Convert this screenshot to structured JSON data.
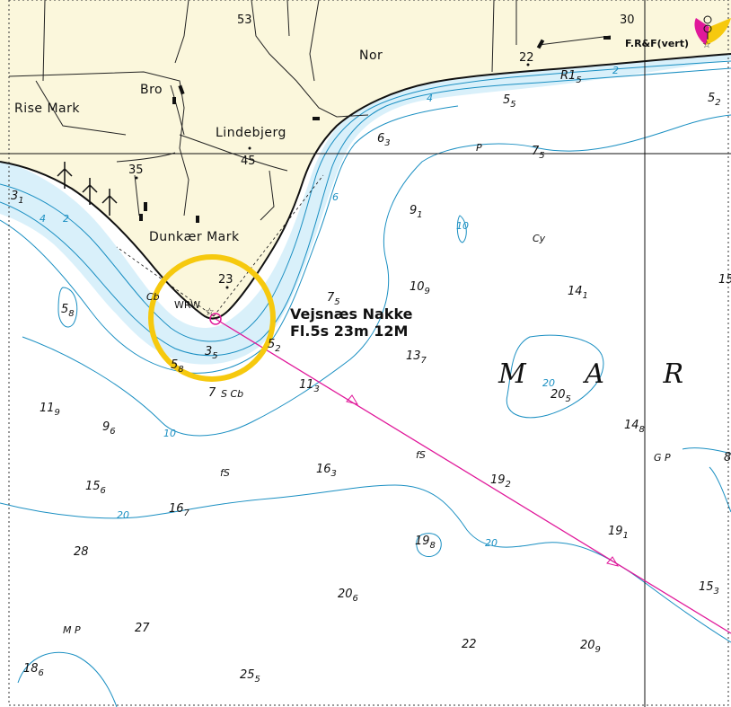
{
  "colors": {
    "land": "#fbf7dc",
    "shallow_water": "#d9f0fa",
    "contour": "#1a8fc2",
    "coast": "#111111",
    "sector_ring": "#f6c90e",
    "leading_line": "#e0189a"
  },
  "places": {
    "rise_mark": "Rise Mark",
    "bro": "Bro",
    "nor": "Nor",
    "lindebjerg": "Lindebjerg",
    "dunkaer_mark": "Dunkær Mark",
    "mars": "M A R S"
  },
  "land_heights": {
    "h53": "53",
    "h30": "30",
    "h22": "22",
    "h45": "45",
    "h35": "35",
    "h23": "23"
  },
  "lights": {
    "main_name": "Vejsnæs Nakke",
    "main_char": "Fl.5s 23m 12M",
    "sector": "WRW",
    "ne_light": "F.R&F(vert)"
  },
  "bottom_codes": {
    "cb1": "Cb",
    "p": "P",
    "cy": "Cy",
    "scb": "S Cb",
    "fs1": "fS",
    "fs2": "fS",
    "gp": "G P",
    "mp": "M P",
    "r": "R"
  },
  "contour_labels": {
    "c2a": "2",
    "c4a": "4",
    "c2b": "2",
    "c4b": "4",
    "c6": "6",
    "c10a": "10",
    "c10b": "10",
    "c20a": "20",
    "c20b": "20",
    "c20c": "20"
  },
  "soundings": [
    {
      "main": "1",
      "sub": "5",
      "label": "R1 5"
    },
    {
      "main": "5",
      "sub": "5"
    },
    {
      "main": "5",
      "sub": "2"
    },
    {
      "main": "6",
      "sub": "3"
    },
    {
      "main": "7",
      "sub": "5"
    },
    {
      "main": "3",
      "sub": "1"
    },
    {
      "main": "9",
      "sub": "1"
    },
    {
      "main": "5",
      "sub": "8"
    },
    {
      "main": "7",
      "sub": "5"
    },
    {
      "main": "10",
      "sub": "9"
    },
    {
      "main": "14",
      "sub": "1"
    },
    {
      "main": "15",
      "sub": ""
    },
    {
      "main": "3",
      "sub": "5"
    },
    {
      "main": "5",
      "sub": "2"
    },
    {
      "main": "5",
      "sub": "8"
    },
    {
      "main": "13",
      "sub": "7"
    },
    {
      "main": "7",
      "sub": ""
    },
    {
      "main": "11",
      "sub": "3"
    },
    {
      "main": "20",
      "sub": "5"
    },
    {
      "main": "11",
      "sub": "9"
    },
    {
      "main": "9",
      "sub": "6"
    },
    {
      "main": "14",
      "sub": "8"
    },
    {
      "main": "8",
      "sub": ""
    },
    {
      "main": "16",
      "sub": "3"
    },
    {
      "main": "19",
      "sub": "2"
    },
    {
      "main": "15",
      "sub": "6"
    },
    {
      "main": "16",
      "sub": "7"
    },
    {
      "main": "28",
      "sub": ""
    },
    {
      "main": "19",
      "sub": "8"
    },
    {
      "main": "19",
      "sub": "1"
    },
    {
      "main": "15",
      "sub": "3"
    },
    {
      "main": "20",
      "sub": "6"
    },
    {
      "main": "27",
      "sub": ""
    },
    {
      "main": "22",
      "sub": ""
    },
    {
      "main": "20",
      "sub": "9"
    },
    {
      "main": "18",
      "sub": "6"
    },
    {
      "main": "25",
      "sub": "5"
    }
  ]
}
